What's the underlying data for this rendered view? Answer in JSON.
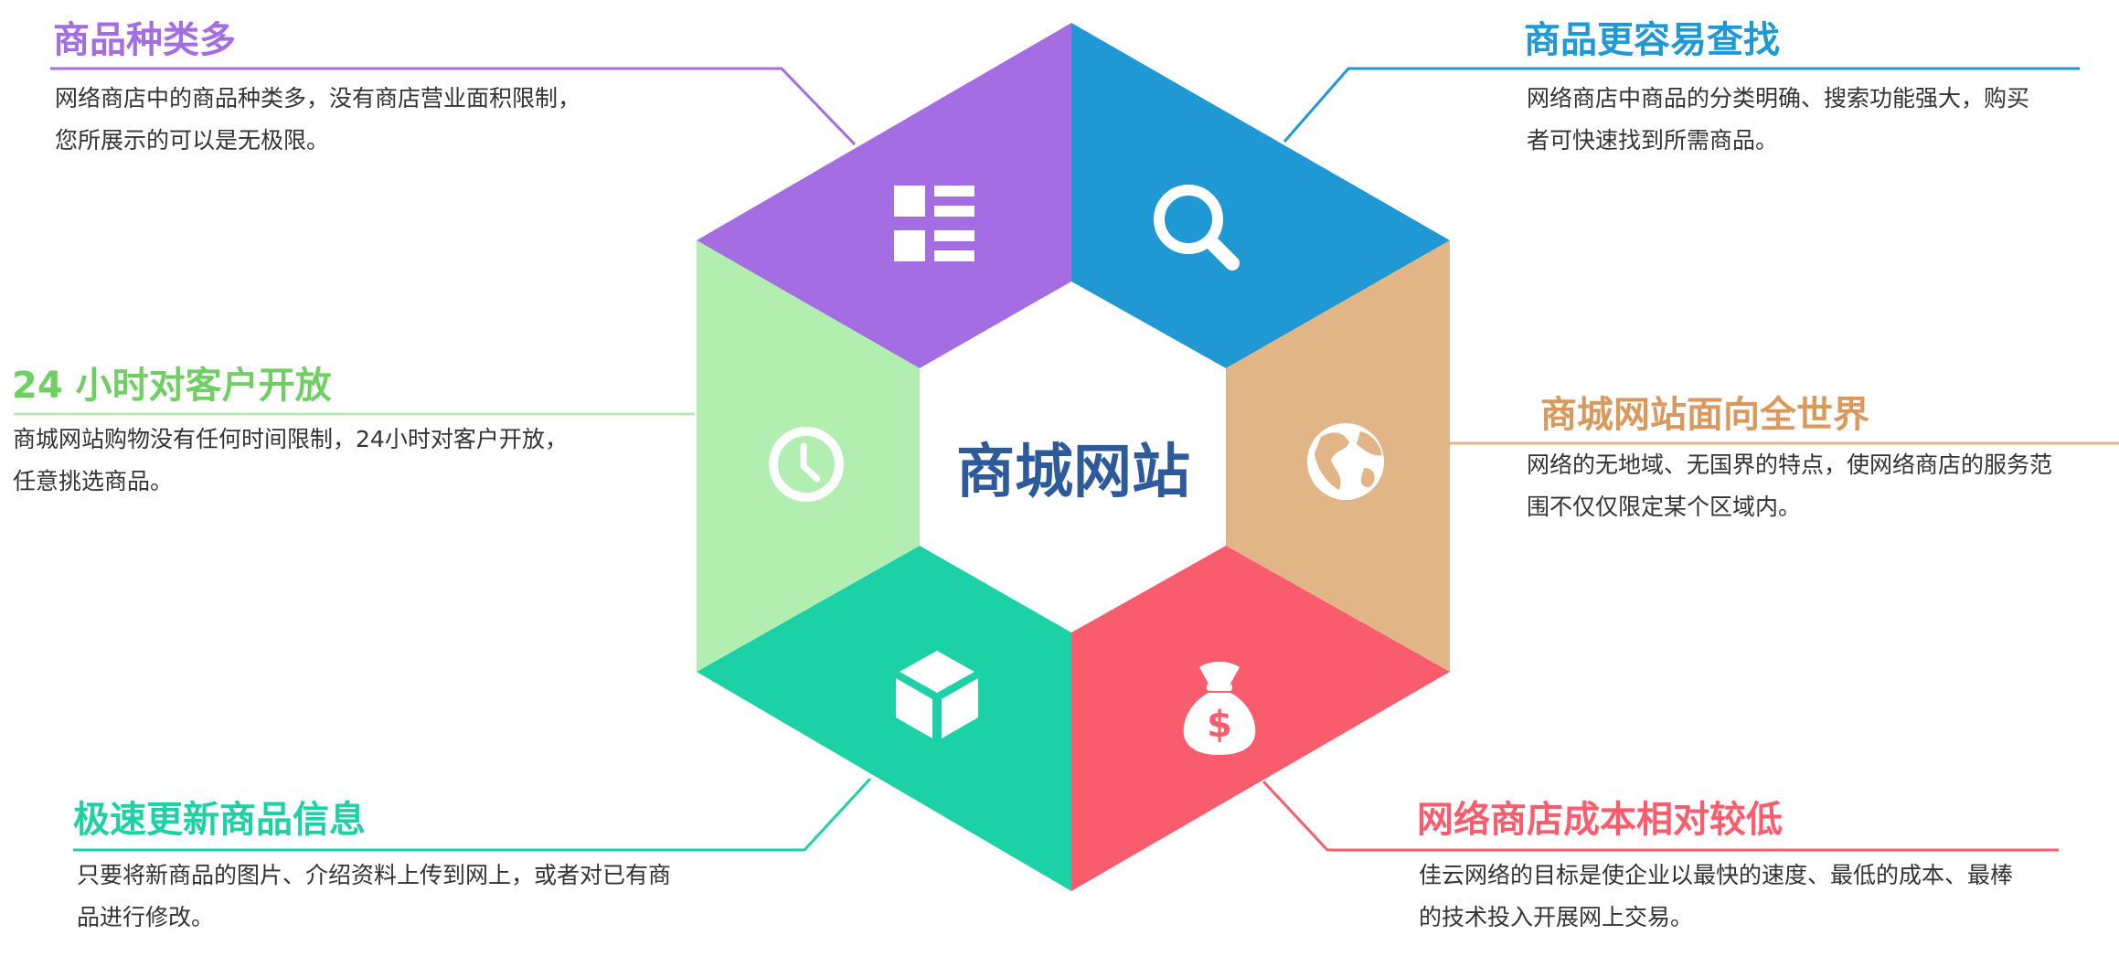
{
  "center": {
    "title": "商城网站",
    "color": "#2d5a9b"
  },
  "features": [
    {
      "id": "variety",
      "title": "商品种类多",
      "lines": [
        "网络商店中的商品种类多，没有商店营业面积限制，",
        "您所展示的可以是无极限。"
      ],
      "color": "#a56de2",
      "icon": "grid-list-icon"
    },
    {
      "id": "search",
      "title": "商品更容易查找",
      "lines": [
        "网络商店中商品的分类明确、搜索功能强大，购买",
        "者可快速找到所需商品。"
      ],
      "color": "#1f98d4",
      "icon": "search-icon"
    },
    {
      "id": "global",
      "title": "商城网站面向全世界",
      "lines": [
        "网络的无地域、无国界的特点，使网络商店的服务范",
        "围不仅仅限定某个区域内。"
      ],
      "color": "#e2b587",
      "icon": "globe-icon"
    },
    {
      "id": "cost",
      "title": "网络商店成本相对较低",
      "lines": [
        "佳云网络的目标是使企业以最快的速度、最低的成本、最棒",
        "的技术投入开展网上交易。"
      ],
      "color": "#f95c6d",
      "icon": "money-bag-icon"
    },
    {
      "id": "update",
      "title": "极速更新商品信息",
      "lines": [
        "只要将新商品的图片、介绍资料上传到网上，或者对已有商",
        "品进行修改。"
      ],
      "color": "#1dd1a6",
      "icon": "cube-icon"
    },
    {
      "id": "hours",
      "title": "24 小时对客户开放",
      "lines": [
        "商城网站购物没有任何时间限制，24小时对客户开放，",
        "任意挑选商品。"
      ],
      "color": "#b2eeb0",
      "headingColor": "#6fcf63",
      "icon": "clock-icon"
    }
  ]
}
